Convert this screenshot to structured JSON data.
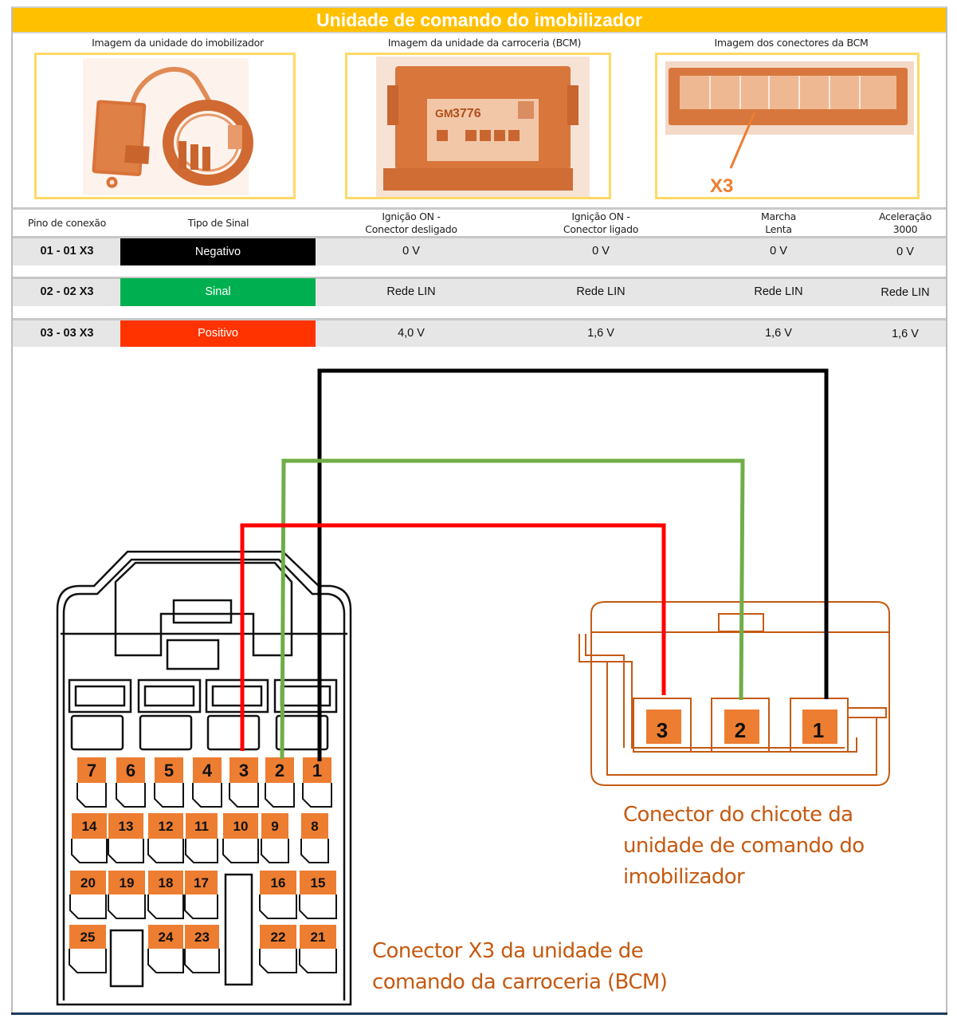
{
  "title": "Unidade de comando do imobilizador",
  "images": [
    {
      "caption": "Imagem da unidade do imobilizador",
      "subject": "immobilizer-unit-photo"
    },
    {
      "caption": "Imagem da unidade da carroceria (BCM)",
      "subject": "bcm-unit-photo",
      "label_text": "3776"
    },
    {
      "caption": "Imagem dos conectores da BCM",
      "subject": "bcm-connectors-photo",
      "callout": "X3"
    }
  ],
  "table": {
    "headers": [
      "Pino de conexão",
      "Tipo de Sinal",
      "Ignição ON - Conector desligado",
      "Ignição ON - Conector ligado",
      "Marcha Lenta",
      "Aceleração 3000"
    ],
    "header_lines": [
      [
        "Pino de conexão"
      ],
      [
        "Tipo de Sinal"
      ],
      [
        "Ignição ON -",
        "Conector desligado"
      ],
      [
        "Ignição ON -",
        "Conector ligado"
      ],
      [
        "Marcha",
        "Lenta"
      ],
      [
        "Aceleração",
        "3000"
      ]
    ],
    "rows": [
      {
        "pin": "01 - 01 X3",
        "signal": "Negativo",
        "signal_color": "#000000",
        "values": [
          "0 V",
          "0 V",
          "0 V",
          "0 V"
        ]
      },
      {
        "pin": "02 - 02 X3",
        "signal": "Sinal",
        "signal_color": "#00b050",
        "values": [
          "Rede LIN",
          "Rede LIN",
          "Rede LIN",
          "Rede LIN"
        ]
      },
      {
        "pin": "03 - 03 X3",
        "signal": "Positivo",
        "signal_color": "#ff3300",
        "values": [
          "4,0 V",
          "1,6 V",
          "1,6 V",
          "1,6 V"
        ]
      }
    ]
  },
  "diagram": {
    "bcm_connector_label": [
      "Conector X3 da unidade de",
      "comando da carroceria (BCM)"
    ],
    "harness_connector_label": [
      "Conector do chicote da",
      "unidade de comando do",
      "imobilizador"
    ],
    "bcm_pins": {
      "row1": [
        "7",
        "6",
        "5",
        "4",
        "3",
        "2",
        "1"
      ],
      "row2": [
        "14",
        "13",
        "12",
        "11",
        "10",
        "9",
        "8"
      ],
      "row3": [
        "20",
        "19",
        "18",
        "17",
        "16",
        "15"
      ],
      "row4": [
        "25",
        "24",
        "23",
        "22",
        "21"
      ]
    },
    "harness_pins": [
      "3",
      "2",
      "1"
    ],
    "wires": [
      {
        "from_bcm_pin": "1",
        "to_harness_pin": "1",
        "color": "#000000"
      },
      {
        "from_bcm_pin": "2",
        "to_harness_pin": "2",
        "color": "#70ad47"
      },
      {
        "from_bcm_pin": "3",
        "to_harness_pin": "3",
        "color": "#ff0000"
      }
    ],
    "pin_color": "#ed7d31",
    "label_color": "#c55a11"
  }
}
